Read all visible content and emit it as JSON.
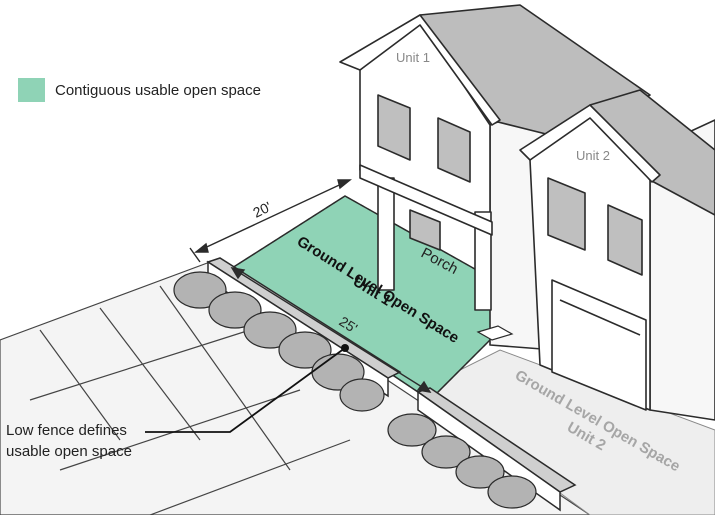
{
  "legend": {
    "label": "Contiguous usable open space",
    "swatch_color": "#8fd3b6"
  },
  "labels": {
    "unit1_house": "Unit 1",
    "unit2_house": "Unit 2",
    "porch": "Porch",
    "dim_width": "20'",
    "dim_depth": "25'",
    "space1_line1": "Ground Level Open Space",
    "space1_line2": "Unit 1",
    "space2_line1": "Ground Level Open Space",
    "space2_line2": "Unit 2"
  },
  "callout": {
    "line1": "Low fence defines",
    "line2": "usable open space"
  },
  "colors": {
    "open_space": "#8fd3b6",
    "outline": "#2b2b2b",
    "roof": "#bdbdbd",
    "wall": "#ffffff",
    "window": "#bfbfbf",
    "shrub": "#b3b3b3",
    "unit2_text": "#a6a6a6"
  }
}
